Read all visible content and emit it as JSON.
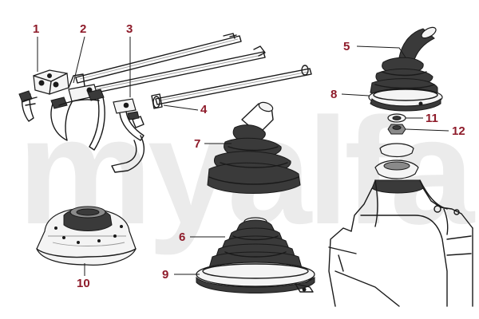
{
  "watermark": "myalfa",
  "callouts": [
    {
      "id": "1",
      "label": "1"
    },
    {
      "id": "2",
      "label": "2"
    },
    {
      "id": "3",
      "label": "3"
    },
    {
      "id": "4",
      "label": "4"
    },
    {
      "id": "5",
      "label": "5"
    },
    {
      "id": "6",
      "label": "6"
    },
    {
      "id": "7",
      "label": "7"
    },
    {
      "id": "8",
      "label": "8"
    },
    {
      "id": "9",
      "label": "9"
    },
    {
      "id": "10",
      "label": "10"
    },
    {
      "id": "11",
      "label": "11"
    },
    {
      "id": "12",
      "label": "12"
    }
  ],
  "colors": {
    "callout": "#8e1b2a",
    "ink": "#1a1a1a",
    "watermark": "#ebebeb"
  }
}
